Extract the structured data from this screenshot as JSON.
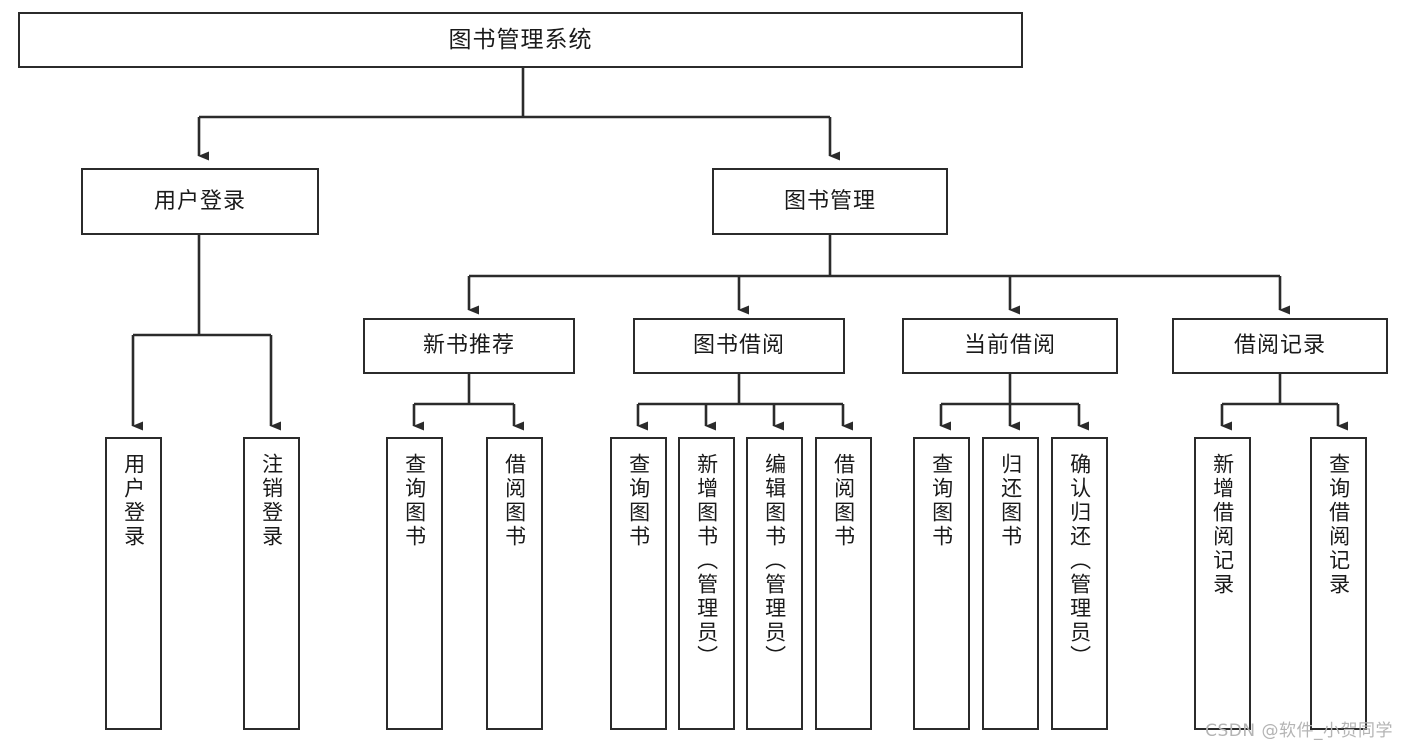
{
  "diagram": {
    "title": "图书管理系统",
    "type": "tree",
    "line_color": "#2b2b2b",
    "box_fill": "#ffffff",
    "text_color": "#1a1a1a",
    "watermark": "CSDN @软件_小贺同学"
  },
  "root": {
    "label": "图书管理系统"
  },
  "level2": [
    {
      "label": "用户登录"
    },
    {
      "label": "图书管理"
    }
  ],
  "level3": [
    {
      "label": "新书推荐"
    },
    {
      "label": "图书借阅"
    },
    {
      "label": "当前借阅"
    },
    {
      "label": "借阅记录"
    }
  ],
  "leaves": {
    "user_login": [
      {
        "label": "用户登录"
      },
      {
        "label": "注销登录"
      }
    ],
    "new_book_recommend": [
      {
        "label": "查询图书"
      },
      {
        "label": "借阅图书"
      }
    ],
    "book_borrow": [
      {
        "label": "查询图书"
      },
      {
        "label": "新增图书（管理员）"
      },
      {
        "label": "编辑图书（管理员）"
      },
      {
        "label": "借阅图书"
      }
    ],
    "current_borrow": [
      {
        "label": "查询图书"
      },
      {
        "label": "归还图书"
      },
      {
        "label": "确认归还（管理员）"
      }
    ],
    "borrow_records": [
      {
        "label": "新增借阅记录"
      },
      {
        "label": "查询借阅记录"
      }
    ]
  }
}
